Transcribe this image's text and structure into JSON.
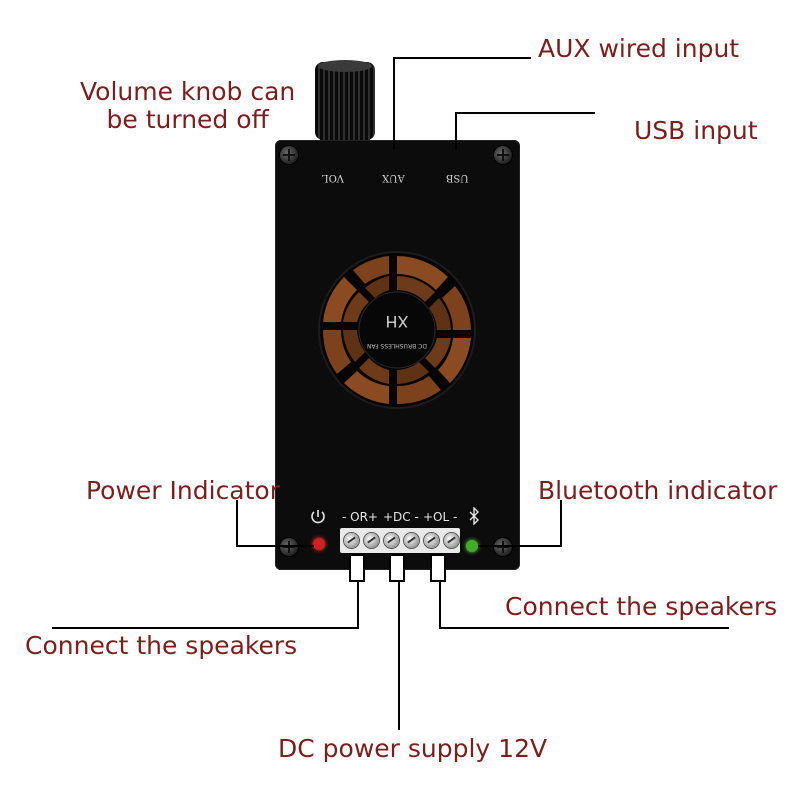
{
  "annotations": {
    "volume_knob": "Volume knob can\nbe turned off",
    "aux_input": "AUX wired input",
    "usb_input": "USB input",
    "power_indicator": "Power Indicator",
    "bluetooth_indicator": "Bluetooth indicator",
    "speakers_right": "Connect the speakers",
    "speakers_left": "Connect the speakers",
    "dc_power": "DC power supply 12V"
  },
  "panel": {
    "port_vol": "VOL",
    "port_aux": "AUX",
    "port_usb": "USB",
    "terminal_label_or": "- OR+",
    "terminal_label_dc": "+DC -",
    "terminal_label_ol": "+OL -"
  },
  "fan": {
    "brand": "XH",
    "text": "DC BRUSHLESS FAN"
  },
  "colors": {
    "annotation_text": "#7a1e1e",
    "power_led": "#d21f1f",
    "bluetooth_led": "#3fae2a",
    "fan_blade": "#8a4a22"
  }
}
